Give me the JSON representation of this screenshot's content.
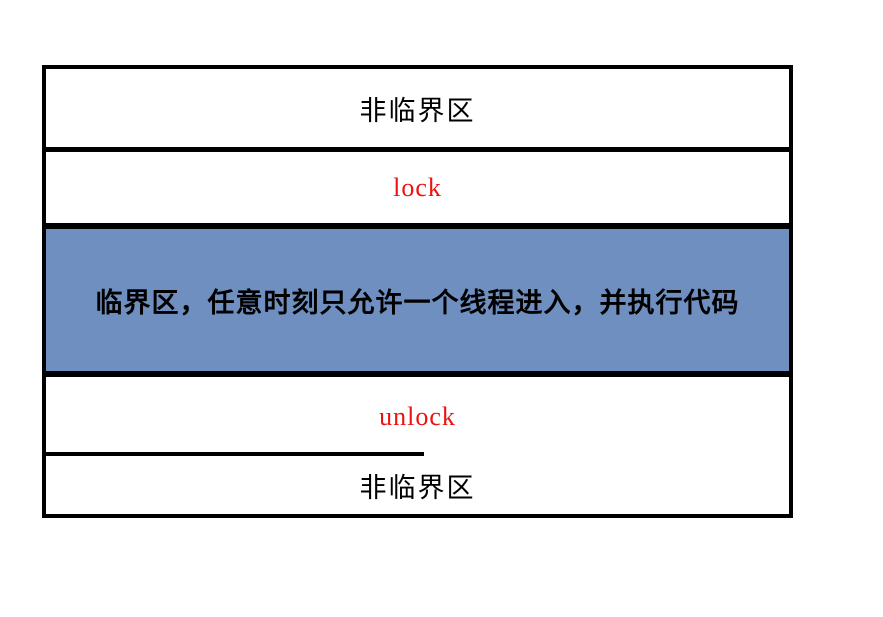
{
  "diagram": {
    "title": "Thread critical section lock flow",
    "type": "flow-table",
    "background_color": "#ffffff",
    "border_color": "#000000",
    "highlight_color": "#6e8fc0",
    "accent_color": "#ee1111",
    "rows": [
      {
        "id": "noncritical-top",
        "label": "非临界区",
        "role": "non-critical-section",
        "text_color": "#000000",
        "fill": "#ffffff"
      },
      {
        "id": "lock",
        "label": "lock",
        "role": "lock-call",
        "text_color": "#ee1111",
        "fill": "#ffffff"
      },
      {
        "id": "critical",
        "label": "临界区，任意时刻只允许一个线程进入，并执行代码",
        "role": "critical-section",
        "text_color": "#000000",
        "fill": "#6e8fc0"
      },
      {
        "id": "unlock",
        "label": "unlock",
        "role": "unlock-call",
        "text_color": "#ee1111",
        "fill": "#ffffff"
      },
      {
        "id": "noncritical-bottom",
        "label": "非临界区",
        "role": "non-critical-section",
        "text_color": "#000000",
        "fill": "#ffffff"
      }
    ]
  }
}
